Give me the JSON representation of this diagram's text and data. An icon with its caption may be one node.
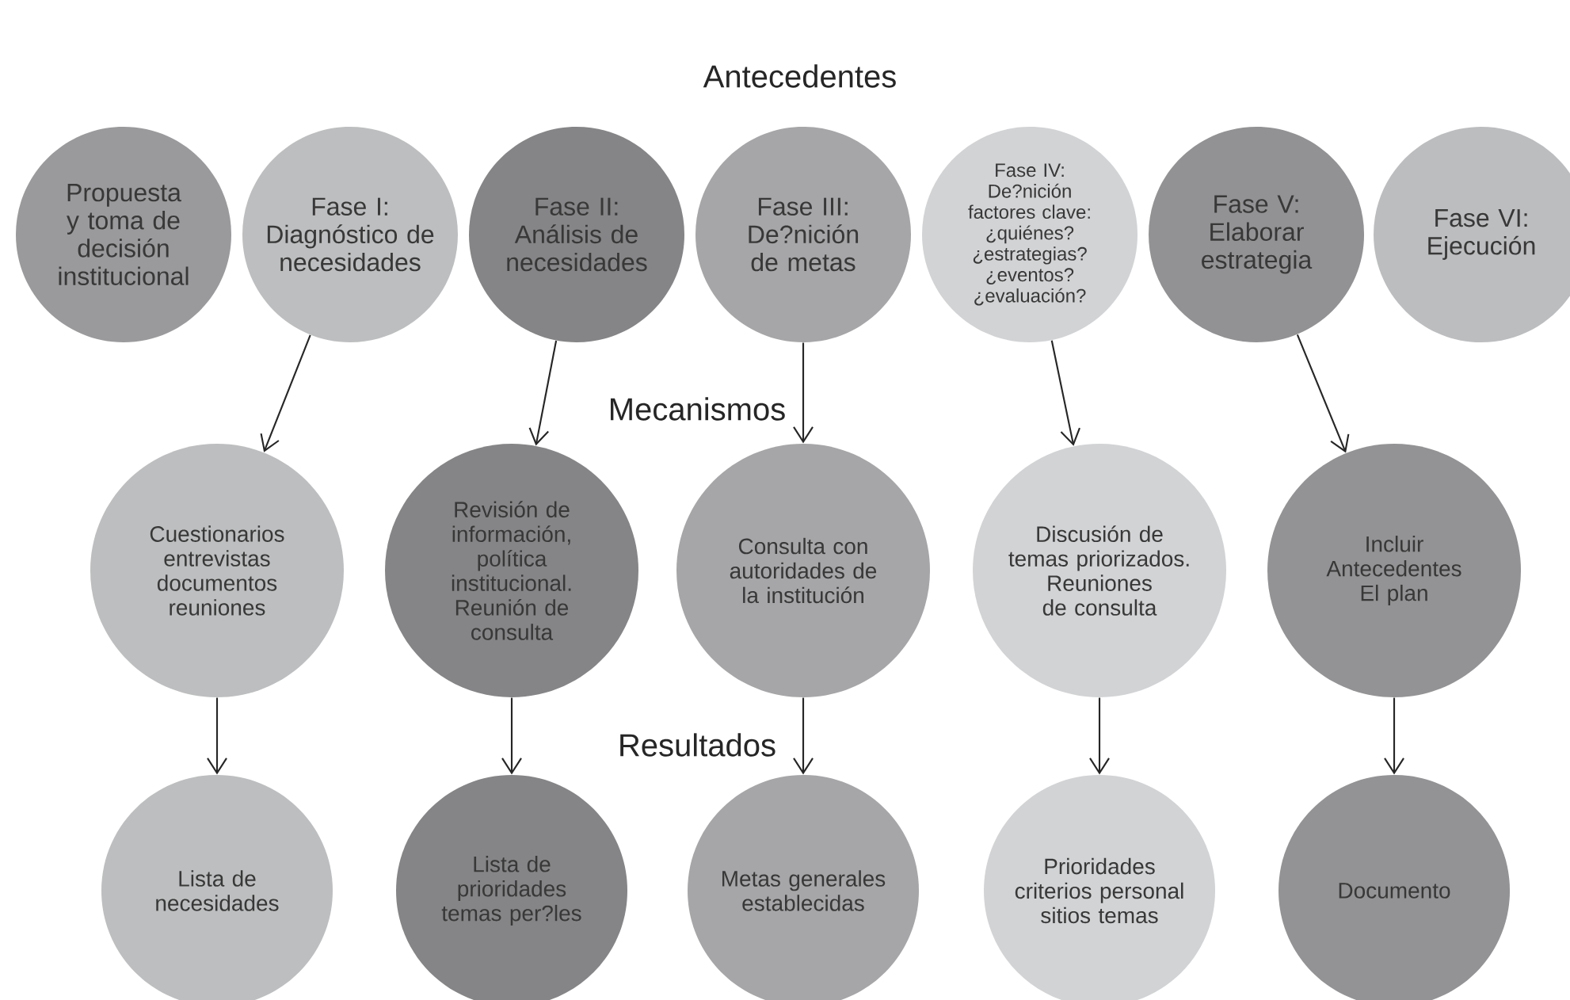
{
  "diagram": {
    "nodes": [
      {
        "text": [
          "Propuesta y toma de decisión institucional"
        ]
      },
      {
        "text": [
          "Fase I: Diagnóstico de necesidades"
        ]
      },
      {
        "text": [
          "Fase II: Análisis de necesidades"
        ]
      },
      {
        "text": [
          "Fase III: De?nición de metas"
        ]
      },
      {
        "text": [
          "Fase IV: De?nición factores clave: ¿quiénes? ¿estrategias? ¿eventos? ¿evaluación?"
        ]
      },
      {
        "text": [
          "Fase V: Elaborar estrategia"
        ]
      },
      {
        "text": [
          "Fase VI: Ejecución"
        ]
      },
      {
        "text": [
          "Cuestionarios entrevistas documentos reuniones"
        ]
      },
      {
        "text": [
          "Revisión de información, política institucional. Reunión de consulta"
        ]
      },
      {
        "text": [
          "Consulta con autoridades de la institución"
        ]
      },
      {
        "text": [
          "Discusión de temas priorizados. Reuniones de consulta"
        ]
      },
      {
        "text": [
          "Incluir Antecedentes El plan"
        ]
      },
      {
        "text": [
          "Lista de necesidades"
        ]
      },
      {
        "text": [
          "Lista de prioridades temas per?les"
        ]
      },
      {
        "text": [
          "Metas generales establecidas"
        ]
      },
      {
        "text": [
          "Prioridades criterios personal sitios temas"
        ]
      },
      {
        "text": [
          "Documento"
        ]
      }
    ],
    "edges": [
      {
        "from": 1,
        "to": 7,
        "arrow": "to"
      },
      {
        "from": 2,
        "to": 8,
        "arrow": "to"
      },
      {
        "from": 3,
        "to": 9,
        "arrow": "to"
      },
      {
        "from": 4,
        "to": 10,
        "arrow": "to"
      },
      {
        "from": 5,
        "to": 11,
        "arrow": "to"
      },
      {
        "from": 7,
        "to": 12,
        "arrow": "to"
      },
      {
        "from": 8,
        "to": 13,
        "arrow": "to"
      },
      {
        "from": 9,
        "to": 14,
        "arrow": "to"
      },
      {
        "from": 10,
        "to": 15,
        "arrow": "to"
      },
      {
        "from": 11,
        "to": 16,
        "arrow": "to"
      }
    ],
    "labels": [
      "Antecedentes",
      "Mecanismos",
      "Resultados"
    ]
  }
}
